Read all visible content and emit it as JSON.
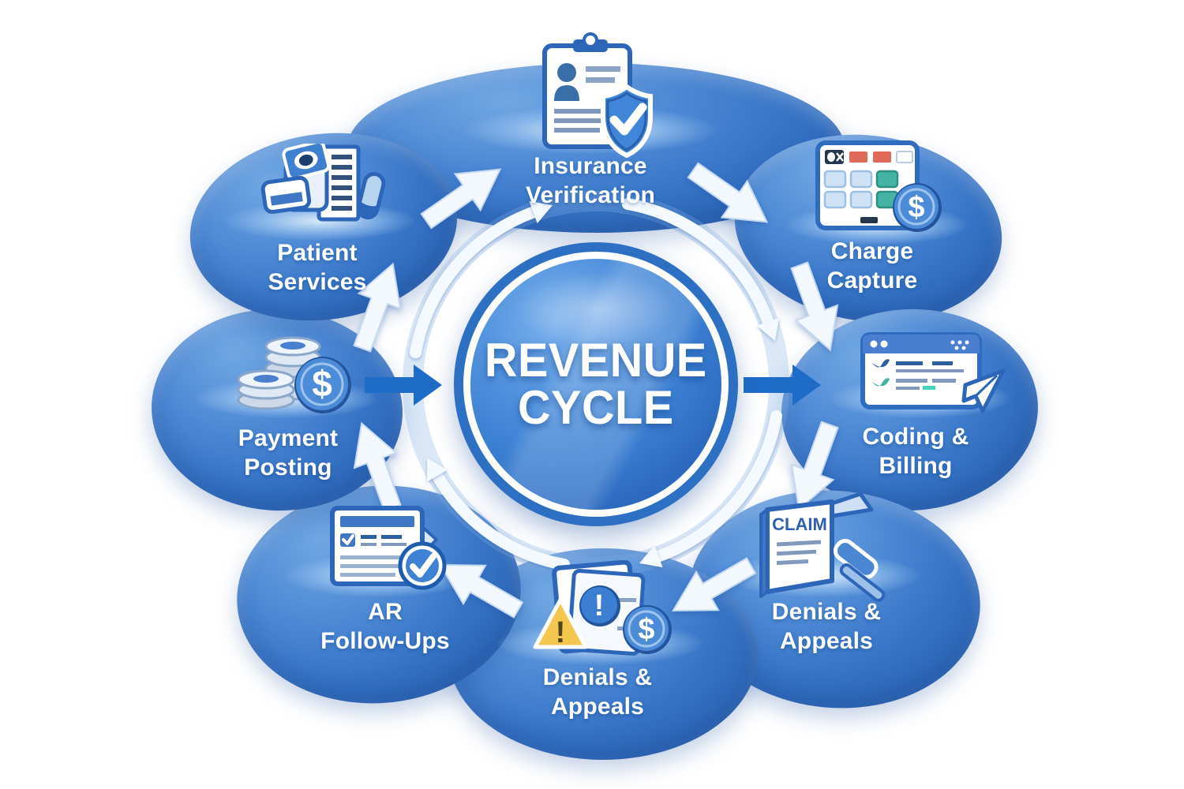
{
  "title": {
    "line1": "REVENUE",
    "line2": "CYCLE"
  },
  "symbols": {
    "dollar": "$",
    "exclamation": "!"
  },
  "colors": {
    "primary_blue": "#3a7ac9",
    "dark_blue": "#2a5fae",
    "light_blue": "#6fa6e2",
    "arrow_blue": "#1f6cc8",
    "white": "#ffffff",
    "warning_yellow": "#f2c64f",
    "teal": "#45b3a4",
    "button_red": "#e06a5a"
  },
  "flow_direction": "clockwise",
  "nodes": [
    {
      "id": "insurance-verification",
      "line1": "Insurance",
      "line2": "Verification",
      "icon": "clipboard-person-shield-check-icon"
    },
    {
      "id": "charge-capture",
      "line1": "Charge",
      "line2": "Capture",
      "icon": "calculator-dollar-coin-icon"
    },
    {
      "id": "coding-billing",
      "line1": "Coding &",
      "line2": "Billing",
      "icon": "browser-checklist-paper-plane-icon"
    },
    {
      "id": "denials-appeals-right",
      "line1": "Denials &",
      "line2": "Appeals",
      "icon": "claim-document-gavel-icon",
      "icon_text": "CLAIM"
    },
    {
      "id": "denials-appeals-bottom",
      "line1": "Denials &",
      "line2": "Appeals",
      "icon": "documents-warning-dollar-icon"
    },
    {
      "id": "ar-follow-ups",
      "line1": "AR",
      "line2": "Follow-Ups",
      "icon": "checklist-check-badge-icon"
    },
    {
      "id": "payment-posting",
      "line1": "Payment",
      "line2": "Posting",
      "icon": "coin-stacks-dollar-icon"
    },
    {
      "id": "patient-services",
      "line1": "Patient",
      "line2": "Services",
      "icon": "card-reader-receipt-icon"
    }
  ]
}
